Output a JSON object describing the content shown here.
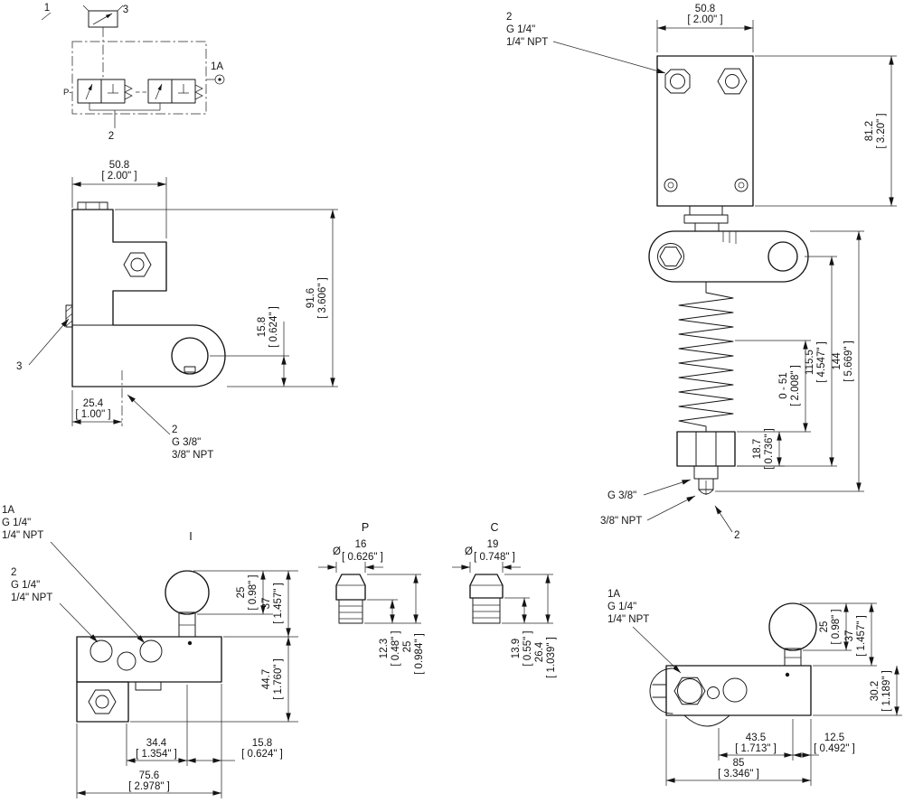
{
  "drawing": {
    "schematic": {
      "label_1": "1",
      "label_3": "3",
      "label_1a": "1A",
      "label_2": "2",
      "label_p": "P-"
    },
    "side_view": {
      "width_mm": "50.8",
      "width_in": "[ 2.00\" ]",
      "height_mm": "91.6",
      "height_in": "[ 3.606\" ]",
      "port_mm": "15.8",
      "port_in": "[ 0.624\" ]",
      "base_mm": "25.4",
      "base_in": "[ 1.00\" ]",
      "callout_3": "3",
      "callout_2": "2",
      "callout_2_thread": "G 3/8\"",
      "callout_2_npt": "3/8\" NPT"
    },
    "front_view": {
      "width_mm": "50.8",
      "width_in": "[ 2.00\" ]",
      "callout_2": "2",
      "callout_2_thread": "G 1/4\"",
      "callout_2_npt": "1/4\" NPT",
      "body_mm": "81.2",
      "body_in": "[ 3.20\" ]",
      "overall_mm": "144",
      "overall_in": "[ 5.669\" ]",
      "lever_mm": "115.5",
      "lever_in": "[ 4.547\" ]",
      "stroke_mm": "0 - 51",
      "stroke_in": "[ 2.008\" ]",
      "nut_mm": "18.7",
      "nut_in": "[ 0.736\" ]",
      "thread_label": "G 3/8\"",
      "npt_label": "3/8\" NPT",
      "port_label": "2"
    },
    "top_view": {
      "callout_1a": "1A",
      "callout_1a_thread": "G 1/4\"",
      "callout_1a_npt": "1/4\" NPT",
      "callout_2": "2",
      "callout_2_thread": "G 1/4\"",
      "callout_2_npt": "1/4\" NPT",
      "label_i": "I",
      "ball_mm": "25",
      "ball_in": "[ 0.98\" ]",
      "knob_mm": "37",
      "knob_in": "[ 1.457\" ]",
      "body_mm": "44.7",
      "body_in": "[ 1.760\" ]",
      "offset_mm": "34.4",
      "offset_in": "[ 1.354\" ]",
      "edge_mm": "15.8",
      "edge_in": "[ 0.624\" ]",
      "width_mm": "75.6",
      "width_in": "[ 2.978\" ]"
    },
    "fitting_p": {
      "label": "P",
      "dia_symbol": "Ø",
      "dia_mm": "16",
      "dia_in": "[ 0.626\" ]",
      "thread_mm": "12.3",
      "thread_in": "[ 0.48\" ]",
      "length_mm": "25",
      "length_in": "[ 0.984\" ]"
    },
    "fitting_c": {
      "label": "C",
      "dia_symbol": "Ø",
      "dia_mm": "19",
      "dia_in": "[ 0.748\" ]",
      "thread_mm": "13.9",
      "thread_in": "[ 0.55\" ]",
      "length_mm": "26.4",
      "length_in": "[ 1.039\" ]"
    },
    "right_view": {
      "callout_1a": "1A",
      "callout_1a_thread": "G 1/4\"",
      "callout_1a_npt": "1/4\" NPT",
      "ball_mm": "25",
      "ball_in": "[ 0.98\" ]",
      "knob_mm": "37",
      "knob_in": "[ 1.457\" ]",
      "depth_mm": "30.2",
      "depth_in": "[ 1.189\" ]",
      "offset_mm": "43.5",
      "offset_in": "[ 1.713\" ]",
      "edge_mm": "12.5",
      "edge_in": "[ 0.492\" ]",
      "width_mm": "85",
      "width_in": "[ 3.346\" ]"
    }
  }
}
